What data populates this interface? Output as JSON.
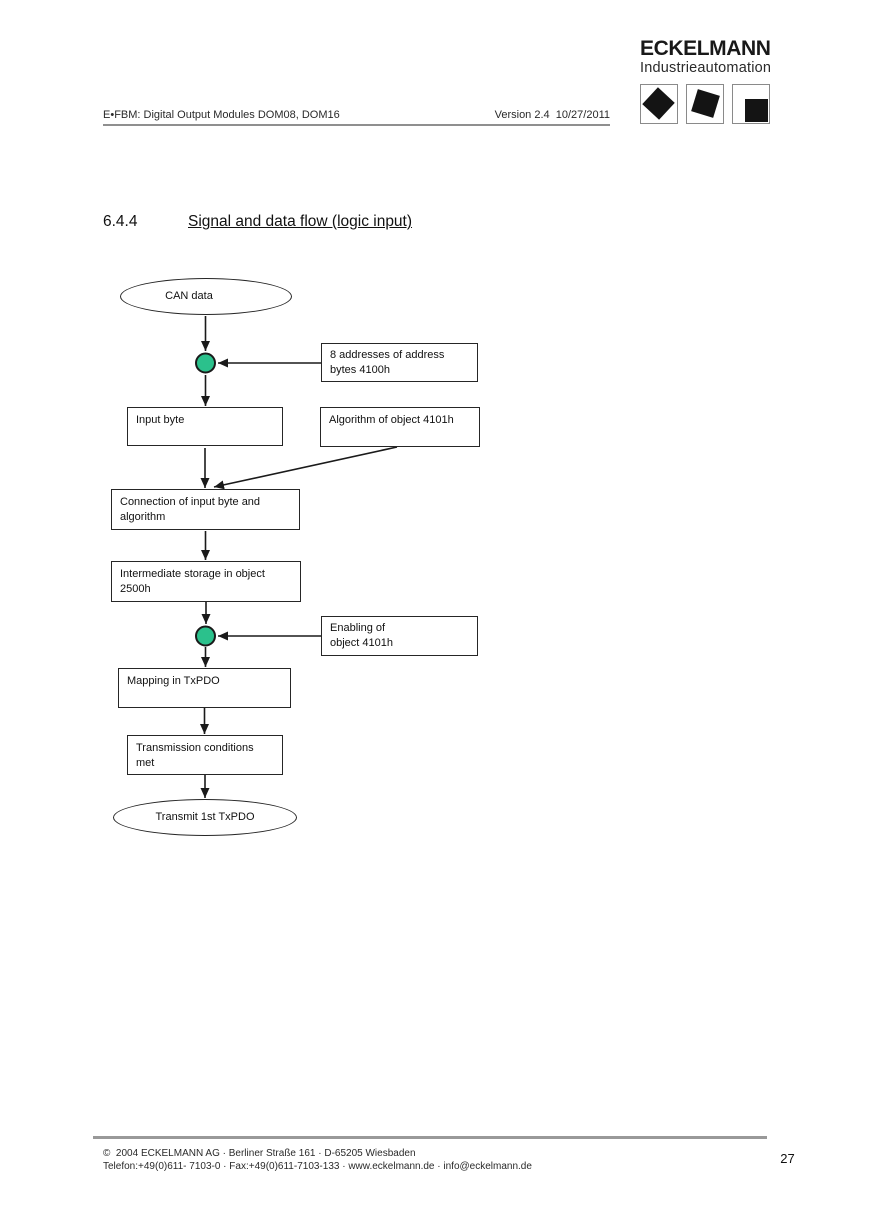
{
  "header": {
    "doc_title": "E•FBM: Digital Output Modules DOM08, DOM16",
    "version": "Version 2.4  10/27/2011"
  },
  "logo": {
    "brand": "ECKELMANN",
    "subtitle": "Industrieautomation"
  },
  "section": {
    "number": "6.4.4",
    "title": "Signal and data flow (logic input)"
  },
  "flowchart": {
    "junction_color": "#2BC18C",
    "nodes": {
      "can": [
        "CAN data"
      ],
      "addresses": [
        "8 addresses of address",
        "bytes 4100h"
      ],
      "input_byte": [
        "Input byte"
      ],
      "algorithm": [
        "Algorithm of object 4101h"
      ],
      "connection": [
        "Connection of input byte and",
        "algorithm"
      ],
      "storage": [
        "Intermediate storage in object",
        "2500h"
      ],
      "enabling": [
        "Enabling of",
        "object 4101h"
      ],
      "mapping": [
        "Mapping in TxPDO"
      ],
      "conditions": [
        "Transmission conditions",
        "met"
      ],
      "transmit": [
        "Transmit 1st TxPDO"
      ]
    }
  },
  "footer": {
    "line1": "©  2004 ECKELMANN AG · Berliner Straße 161 · D-65205 Wiesbaden",
    "line2": "Telefon:+49(0)611- 7103-0 · Fax:+49(0)611-7103-133 · www.eckelmann.de · info@eckelmann.de",
    "page_number": "27"
  }
}
